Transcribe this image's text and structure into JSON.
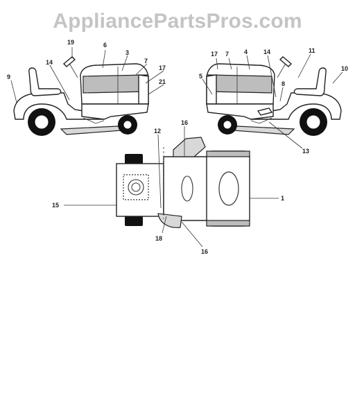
{
  "watermark": "AppliancePartsPros.com",
  "left_tractor_labels": {
    "l19": "19",
    "l6": "6",
    "l3": "3",
    "l7": "7",
    "l17": "17",
    "l14": "14",
    "l9": "9",
    "l21": "21"
  },
  "right_tractor_labels": {
    "l17": "17",
    "l7": "7",
    "l4": "4",
    "l14": "14",
    "l11": "11",
    "l10": "10",
    "l5": "5",
    "l8": "8",
    "l13": "13"
  },
  "top_view_labels": {
    "l12": "12",
    "l16a": "16",
    "l1": "1",
    "l15": "15",
    "l18": "18",
    "l16b": "16"
  },
  "colors": {
    "watermark": "#c4c4c4",
    "ink": "#222222",
    "decal_grey": "#bdbdbd"
  }
}
